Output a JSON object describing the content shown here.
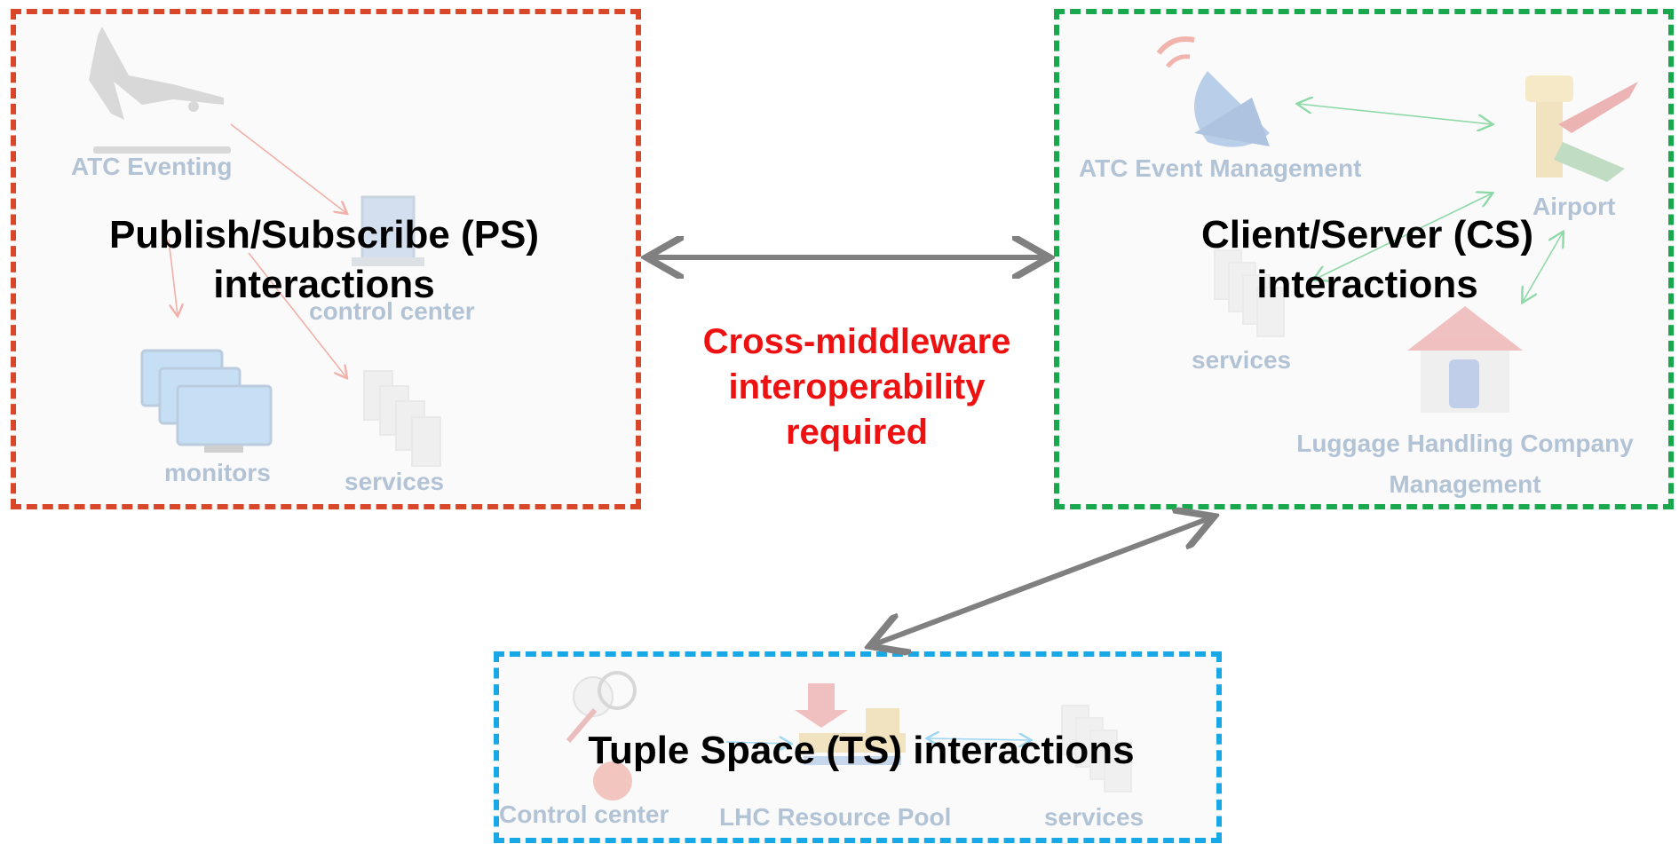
{
  "diagram": {
    "publish_subscribe": {
      "title_line1": "Publish/Subscribe (PS)",
      "title_line2": "interactions",
      "labels": {
        "atc_eventing": "ATC Eventing",
        "control_center": "control center",
        "monitors": "monitors",
        "services": "services"
      },
      "icons": [
        "airplane-landing-icon",
        "control-center-icon",
        "monitors-icon",
        "services-icon"
      ]
    },
    "client_server": {
      "title_line1": "Client/Server (CS)",
      "title_line2": "interactions",
      "labels": {
        "atc_event_management": "ATC Event  Management",
        "airport": "Airport",
        "services": "services",
        "luggage_line1": "Luggage Handling Company",
        "luggage_line2": "Management"
      },
      "icons": [
        "satellite-dish-icon",
        "airport-tower-icon",
        "services-icon",
        "house-luggage-icon"
      ]
    },
    "tuple_space": {
      "title": "Tuple Space (TS) interactions",
      "labels": {
        "control_center": "Control center",
        "resource_pool": "LHC Resource Pool",
        "services": "services"
      },
      "icons": [
        "person-magnifier-icon",
        "resource-pool-icon",
        "services-icon"
      ]
    },
    "center_note": {
      "line1": "Cross-middleware",
      "line2": "interoperability",
      "line3": "required"
    },
    "colors": {
      "ps_border": "#d9472b",
      "cs_border": "#1aa84f",
      "ts_border": "#19a8e6",
      "connector": "#808080",
      "note_text": "#ee1111"
    }
  }
}
